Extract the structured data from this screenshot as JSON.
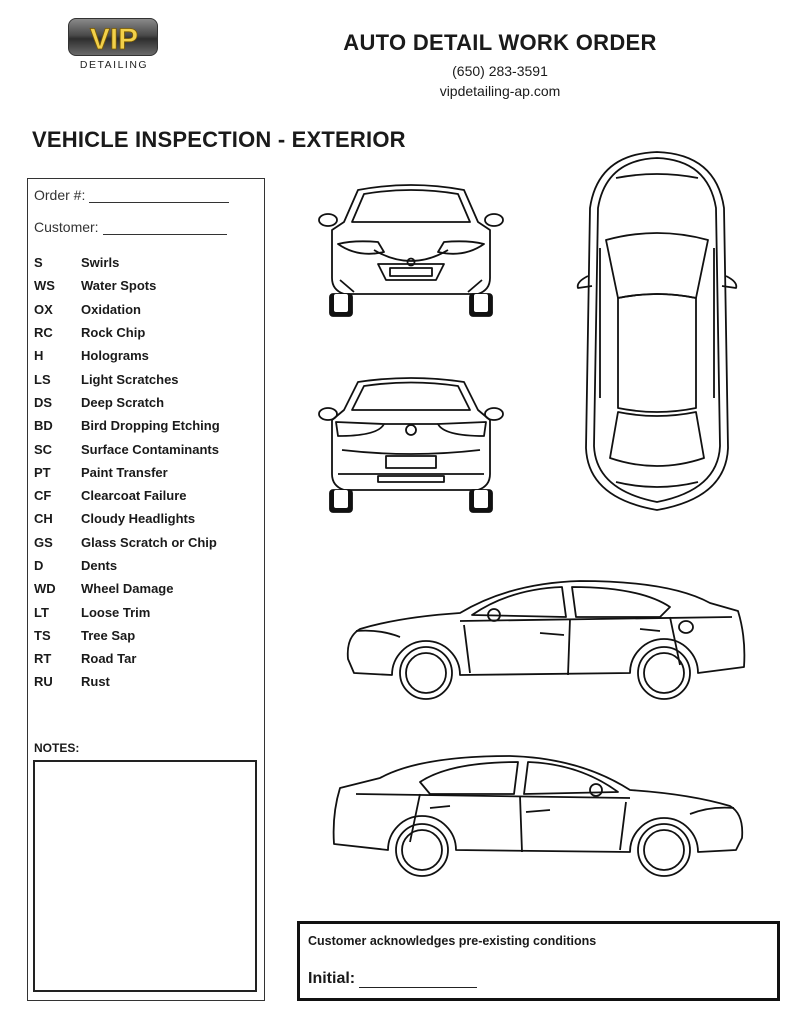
{
  "logo": {
    "mark": "VIP",
    "sub": "DETAILING"
  },
  "header": {
    "title": "AUTO DETAIL WORK ORDER",
    "phone": "(650) 283-3591",
    "website": "vipdetailing-ap.com"
  },
  "section_title": "VEHICLE INSPECTION - EXTERIOR",
  "form": {
    "order_label": "Order #:",
    "customer_label": "Customer:"
  },
  "codes": [
    {
      "code": "S",
      "label": "Swirls"
    },
    {
      "code": "WS",
      "label": "Water Spots"
    },
    {
      "code": "OX",
      "label": "Oxidation"
    },
    {
      "code": "RC",
      "label": "Rock Chip"
    },
    {
      "code": "H",
      "label": "Holograms"
    },
    {
      "code": "LS",
      "label": "Light Scratches"
    },
    {
      "code": "DS",
      "label": "Deep Scratch"
    },
    {
      "code": "BD",
      "label": "Bird Dropping Etching"
    },
    {
      "code": "SC",
      "label": "Surface Contaminants"
    },
    {
      "code": "PT",
      "label": "Paint Transfer"
    },
    {
      "code": "CF",
      "label": "Clearcoat Failure"
    },
    {
      "code": "CH",
      "label": "Cloudy Headlights"
    },
    {
      "code": "GS",
      "label": "Glass Scratch or Chip"
    },
    {
      "code": "D",
      "label": "Dents"
    },
    {
      "code": "WD",
      "label": "Wheel Damage"
    },
    {
      "code": "LT",
      "label": "Loose Trim"
    },
    {
      "code": "TS",
      "label": "Tree Sap"
    },
    {
      "code": "RT",
      "label": "Road Tar"
    },
    {
      "code": "RU",
      "label": "Rust"
    }
  ],
  "notes_label": "NOTES:",
  "acknowledgement": {
    "text": "Customer acknowledges pre-existing conditions",
    "initial_label": "Initial:"
  },
  "icons": [
    "car-front-view-icon",
    "car-rear-view-icon",
    "car-top-view-icon",
    "car-right-side-view-icon",
    "car-left-side-view-icon"
  ]
}
